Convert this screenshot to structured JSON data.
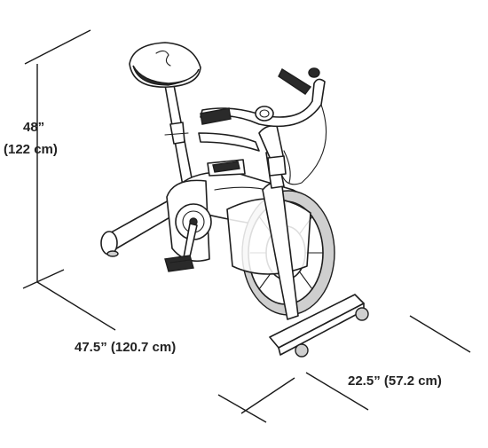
{
  "dimensions": {
    "height": {
      "value": "48”",
      "metric": "(122 cm)"
    },
    "length": {
      "label": "47.5” (120.7 cm)"
    },
    "width": {
      "label": "22.5” (57.2 cm)"
    }
  },
  "colors": {
    "ink": "#1e1e1e",
    "text": "#222222",
    "background": "#ffffff"
  }
}
